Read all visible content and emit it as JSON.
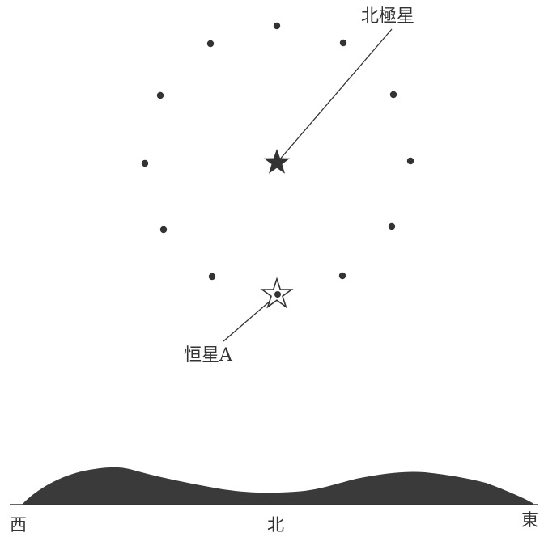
{
  "labels": {
    "polaris": "北極星",
    "star_a": "恒星A",
    "west": "西",
    "north": "北",
    "east": "東"
  },
  "colors": {
    "ink": "#333333",
    "mountain": "#3a3a3a",
    "background": "#ffffff"
  },
  "icons": {
    "polaris_marker": "filled-star-icon",
    "star_a_marker": "outline-star-icon",
    "position_dots": "dot-icon"
  }
}
